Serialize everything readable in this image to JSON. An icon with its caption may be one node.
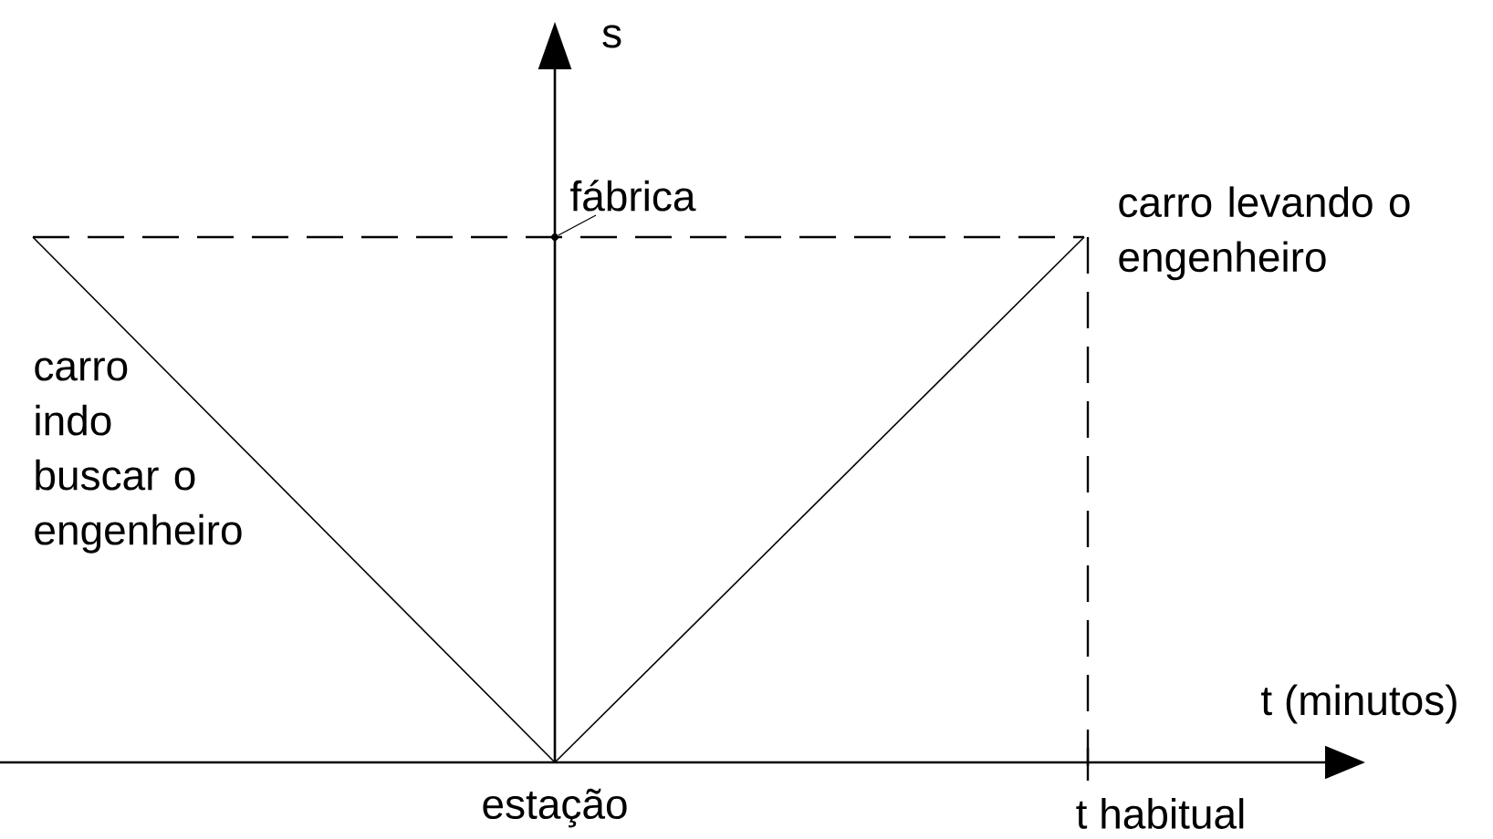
{
  "diagram": {
    "nodes": [
      {
        "text": [
          "fábrica"
        ]
      },
      {
        "text": [],
        "shape": "circle"
      }
    ],
    "edges": [
      {
        "from": 0,
        "to": 1,
        "arrow": "none"
      }
    ],
    "labels": [
      "s",
      "carro levando o engenheiro",
      "carro indo buscar o engenheiro",
      "t (minutos)",
      "estação",
      "t habitual"
    ]
  }
}
